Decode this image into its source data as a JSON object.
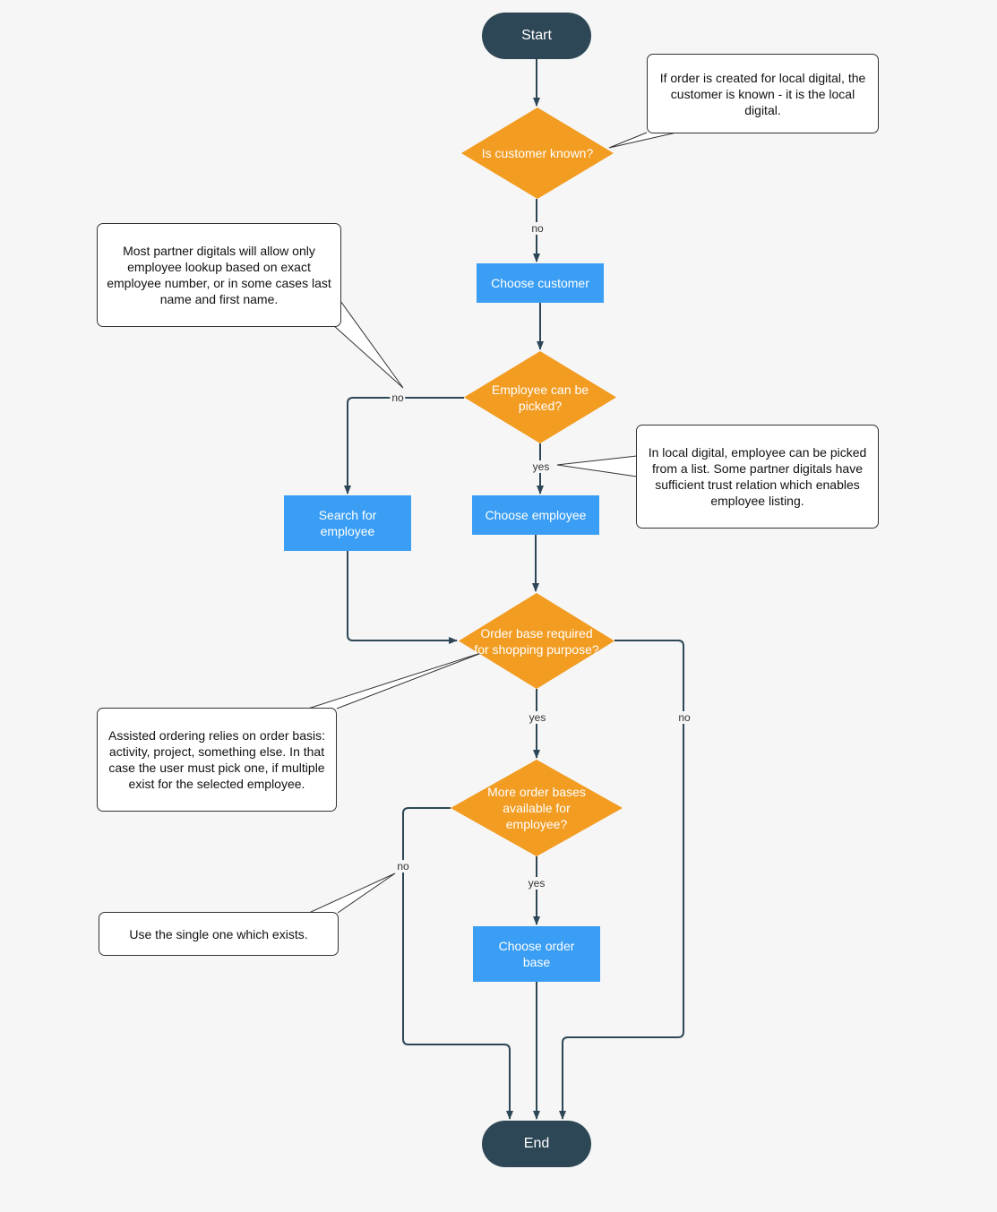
{
  "colors": {
    "terminal": "#2e4756",
    "process": "#3a9ef5",
    "decision": "#f29c22",
    "line": "#2e4756",
    "background": "#f6f6f6"
  },
  "nodes": {
    "start": "Start",
    "end": "End",
    "is_customer_known": "Is customer known?",
    "choose_customer": "Choose customer",
    "employee_can_be_picked": "Employee can be picked?",
    "search_for_employee": "Search for employee",
    "choose_employee": "Choose employee",
    "order_base_required": "Order base required for shopping purpose?",
    "more_order_bases": "More order bases available for employee?",
    "choose_order_base": "Choose order base"
  },
  "notes": {
    "local_digital_customer": "If order is created for local digital, the customer is known - it is the local digital.",
    "partner_lookup": "Most partner digitals will allow only employee lookup based on exact employee number, or in some cases last name and first name.",
    "local_listing": "In local digital, employee can be picked from a list. Some partner digitals have sufficient trust relation which enables employee listing.",
    "assisted_ordering": "Assisted ordering relies on order basis: activity, project, something else. In that case the user must pick one, if multiple exist for the selected employee.",
    "single_one": "Use the single one which exists."
  },
  "edge_labels": {
    "customer_no": "no",
    "employee_no": "no",
    "employee_yes": "yes",
    "order_base_yes": "yes",
    "order_base_no": "no",
    "more_no": "no",
    "more_yes": "yes"
  }
}
